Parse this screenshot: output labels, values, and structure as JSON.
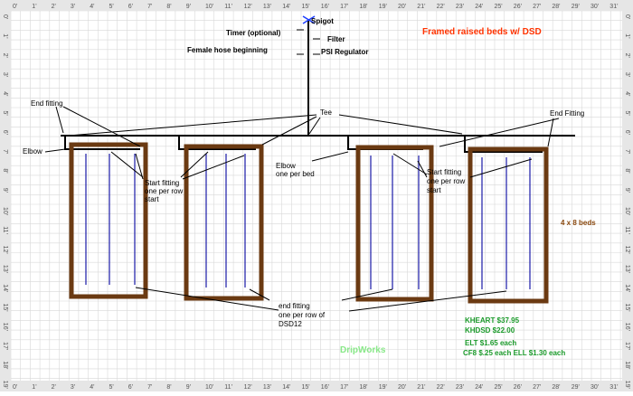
{
  "ruler": {
    "top_ticks": [
      "0'",
      "1'",
      "2'",
      "3'",
      "4'",
      "5'",
      "6'",
      "7'",
      "8'",
      "9'",
      "10'",
      "11'",
      "12'",
      "13'",
      "14'",
      "15'",
      "16'",
      "17'",
      "18'",
      "19'",
      "20'",
      "21'",
      "22'",
      "23'",
      "24'",
      "25'",
      "26'",
      "27'",
      "28'",
      "29'",
      "30'",
      "31'"
    ],
    "side_ticks": [
      "0'",
      "1'",
      "2'",
      "3'",
      "4'",
      "5'",
      "6'",
      "7'",
      "8'",
      "9'",
      "10'",
      "11'",
      "12'",
      "13'",
      "14'",
      "15'",
      "16'",
      "17'",
      "18'",
      "19'"
    ]
  },
  "labels": {
    "spigot": "Spigot",
    "timer": "Timer (optional)",
    "filter": "Filter",
    "female_hose": "Female hose beginning",
    "psi_regulator": "PSI Regulator",
    "title": "Framed raised beds w/ DSD",
    "end_fitting_left": "End fitting",
    "tee": "Tee",
    "end_fitting_right": "End Fitting",
    "elbow": "Elbow",
    "elbow_per_bed_1": "Elbow",
    "elbow_per_bed_2": "one per bed",
    "start_left_1": "Start fitting",
    "start_left_2": "one per row",
    "start_left_3": "start",
    "start_right_1": "Start fitting",
    "start_right_2": "one per row",
    "start_right_3": "start",
    "bed_size": "4 x 8 beds",
    "end_bottom_1": "end fitting",
    "end_bottom_2": "one per row of",
    "end_bottom_3": "DSD12",
    "watermark": "DripWorks",
    "price_1": "KHEART $37.95",
    "price_2": "KHDSD $22.00",
    "price_3": "ELT $1.65 each",
    "price_4": "CF8 $.25 each  ELL $1.30 each"
  },
  "colors": {
    "grid": "#d8d8d8",
    "ruler_bg": "#e6e6e6",
    "bed_frame": "#6b3a12",
    "drip_line": "#1a1aa8",
    "title_red": "#ff3300",
    "bed_size_brown": "#8b4a10",
    "price_green": "#1a9a2a",
    "watermark_green": "#88e888",
    "spigot_blue": "#1a3cff"
  }
}
